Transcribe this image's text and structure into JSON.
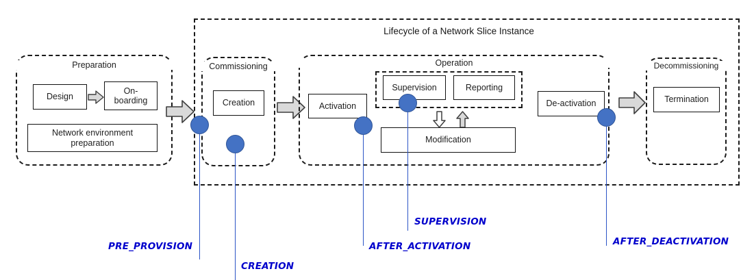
{
  "diagram": {
    "title": "Lifecycle of a Network Slice Instance",
    "colors": {
      "marker_blue": "#4472C4",
      "marker_border": "#2F5496",
      "leader_line": "#2b54c6",
      "hook_label": "#0000CC",
      "arrow_fill": "#D9D9D9",
      "arrow_stroke": "#3F3F3F",
      "box_stroke": "#111111",
      "dashed_stroke": "#1A1A1A"
    },
    "phases": [
      {
        "id": "preparation",
        "title": "Preparation",
        "tasks": [
          {
            "id": "design",
            "label": "Design"
          },
          {
            "id": "onboarding",
            "label": "On-\nboarding"
          },
          {
            "id": "network-environment-preparation",
            "label": "Network environment\npreparation"
          }
        ]
      },
      {
        "id": "commissioning",
        "title": "Commissioning",
        "tasks": [
          {
            "id": "creation",
            "label": "Creation"
          }
        ]
      },
      {
        "id": "operation",
        "title": "Operation",
        "tasks": [
          {
            "id": "activation",
            "label": "Activation"
          },
          {
            "id": "supervision",
            "label": "Supervision"
          },
          {
            "id": "reporting",
            "label": "Reporting"
          },
          {
            "id": "modification",
            "label": "Modification"
          },
          {
            "id": "de-activation",
            "label": "De-activation"
          }
        ]
      },
      {
        "id": "decommissioning",
        "title": "Decommissioning",
        "tasks": [
          {
            "id": "termination",
            "label": "Termination"
          }
        ]
      }
    ],
    "hooks": [
      {
        "id": "pre-provision",
        "label": "PRE_PROVISION"
      },
      {
        "id": "creation",
        "label": "CREATION"
      },
      {
        "id": "after-activation",
        "label": "AFTER_ACTIVATION"
      },
      {
        "id": "supervision",
        "label": "SUPERVISION"
      },
      {
        "id": "after-deactivation",
        "label": "AFTER_DEACTIVATION"
      }
    ]
  }
}
